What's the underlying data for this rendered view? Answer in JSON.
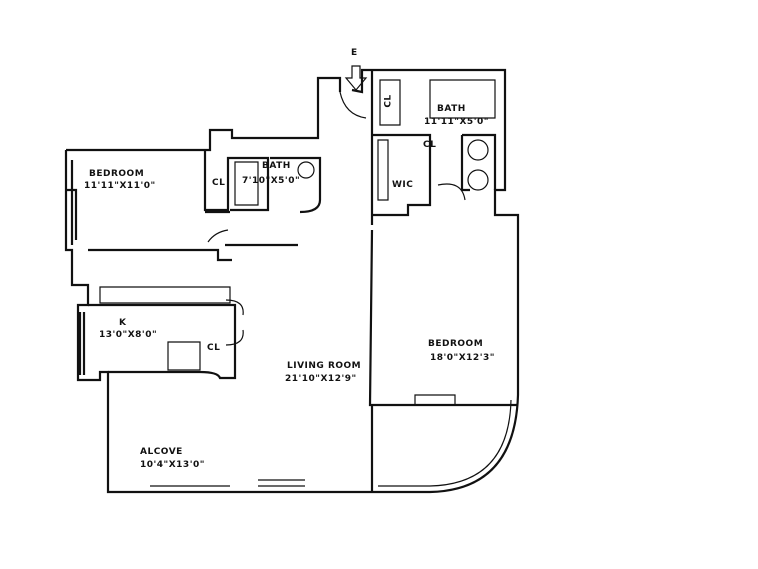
{
  "entrance": {
    "label": "E"
  },
  "rooms": [
    {
      "name": "BEDROOM",
      "size": "11'11\"X11'0\""
    },
    {
      "name": "BATH",
      "size": "7'10\"X5'0\""
    },
    {
      "name": "BATH",
      "size": "11'11\"X5'0\""
    },
    {
      "name": "K",
      "size": "13'0\"X8'0\""
    },
    {
      "name": "LIVING ROOM",
      "size": "21'10\"X12'9\""
    },
    {
      "name": "BEDROOM",
      "size": "18'0\"X12'3\""
    },
    {
      "name": "ALCOVE",
      "size": "10'4\"X13'0\""
    }
  ],
  "closets": [
    "CL",
    "CL",
    "CL",
    "CL",
    "WIC"
  ]
}
